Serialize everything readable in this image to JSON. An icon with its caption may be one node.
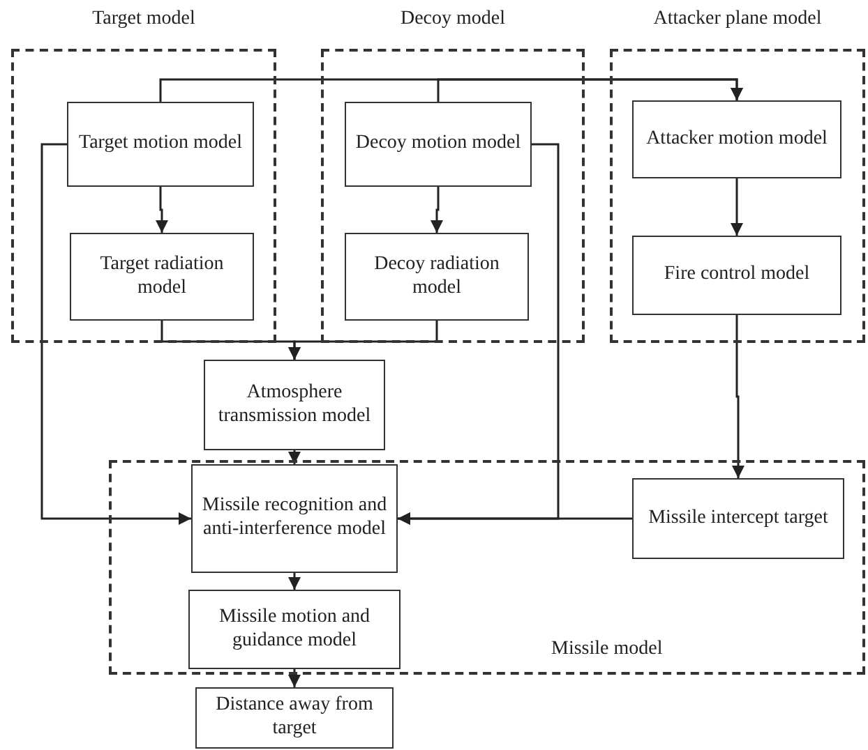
{
  "diagram": {
    "nodes": [
      {
        "text": [
          "Target model"
        ]
      },
      {
        "text": [
          "Target motion model"
        ],
        "in": 0
      },
      {
        "text": [
          "Target radiation model"
        ],
        "in": 0
      },
      {
        "text": [
          "Decoy model"
        ]
      },
      {
        "text": [
          "Decoy motion model"
        ],
        "in": 3
      },
      {
        "text": [
          "Decoy radiation model"
        ],
        "in": 3
      },
      {
        "text": [
          "Attacker plane model"
        ]
      },
      {
        "text": [
          "Attacker motion model"
        ],
        "in": 6
      },
      {
        "text": [
          "Fire control model"
        ],
        "in": 6
      },
      {
        "text": [
          "Atmosphere transmission model"
        ]
      },
      {
        "text": [
          "Missile model"
        ]
      },
      {
        "text": [
          "Missile recognition and anti-interference model"
        ],
        "in": 10
      },
      {
        "text": [
          "Missile motion and guidance model"
        ],
        "in": 10
      },
      {
        "text": [
          "Missile intercept target"
        ],
        "in": 10
      },
      {
        "text": [
          "Distance away from target"
        ]
      }
    ],
    "edges": [
      {
        "from": 1,
        "to": 7,
        "arrow": "to"
      },
      {
        "from": 4,
        "to": 7,
        "arrow": "to"
      },
      {
        "from": 1,
        "to": 2,
        "arrow": "to"
      },
      {
        "from": 4,
        "to": 5,
        "arrow": "to"
      },
      {
        "from": 7,
        "to": 8,
        "arrow": "to"
      },
      {
        "from": 2,
        "to": 9,
        "arrow": "to"
      },
      {
        "from": 5,
        "to": 9,
        "arrow": "to"
      },
      {
        "from": 9,
        "to": 11,
        "arrow": "to"
      },
      {
        "from": 1,
        "to": 11,
        "arrow": "to"
      },
      {
        "from": 4,
        "to": 11,
        "arrow": "to"
      },
      {
        "from": 13,
        "to": 11,
        "arrow": "to"
      },
      {
        "from": 8,
        "to": 13,
        "arrow": "to"
      },
      {
        "from": 11,
        "to": 12,
        "arrow": "to"
      },
      {
        "from": 12,
        "to": 14,
        "arrow": "to"
      }
    ]
  }
}
